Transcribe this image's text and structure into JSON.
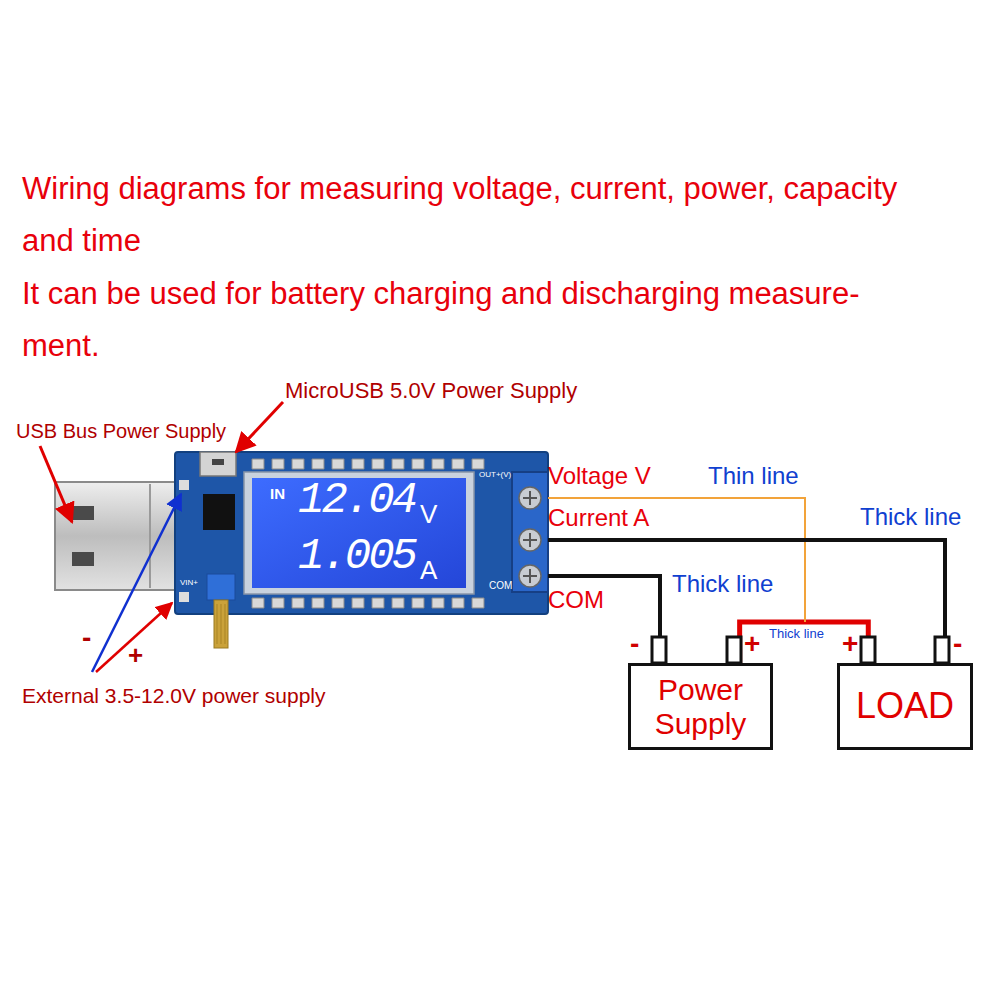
{
  "diagram": {
    "title": "Wiring diagrams for measuring voltage, current, power, capacity and time",
    "nodes": [
      {
        "text": [
          "Power Supply"
        ]
      },
      {
        "text": [
          "LOAD"
        ]
      }
    ],
    "edges": [
      {
        "from": 0,
        "to": 1,
        "arrow": "none",
        "label": "Thick line"
      }
    ],
    "labels": [
      "It can be used for battery charging and discharging measure- ment.",
      "MicroUSB 5.0V Power Supply",
      "USB Bus Power Supply",
      "External 3.5-12.0V power supply",
      "-",
      "+",
      "IN",
      "12.04",
      "V",
      "1.005",
      "A",
      "OUT+(V)",
      "COM",
      "VIN+",
      "Voltage V",
      "Current A",
      "COM",
      "Thin line",
      "Thick line",
      "Thick line",
      "-",
      "+",
      "+",
      "-"
    ]
  }
}
